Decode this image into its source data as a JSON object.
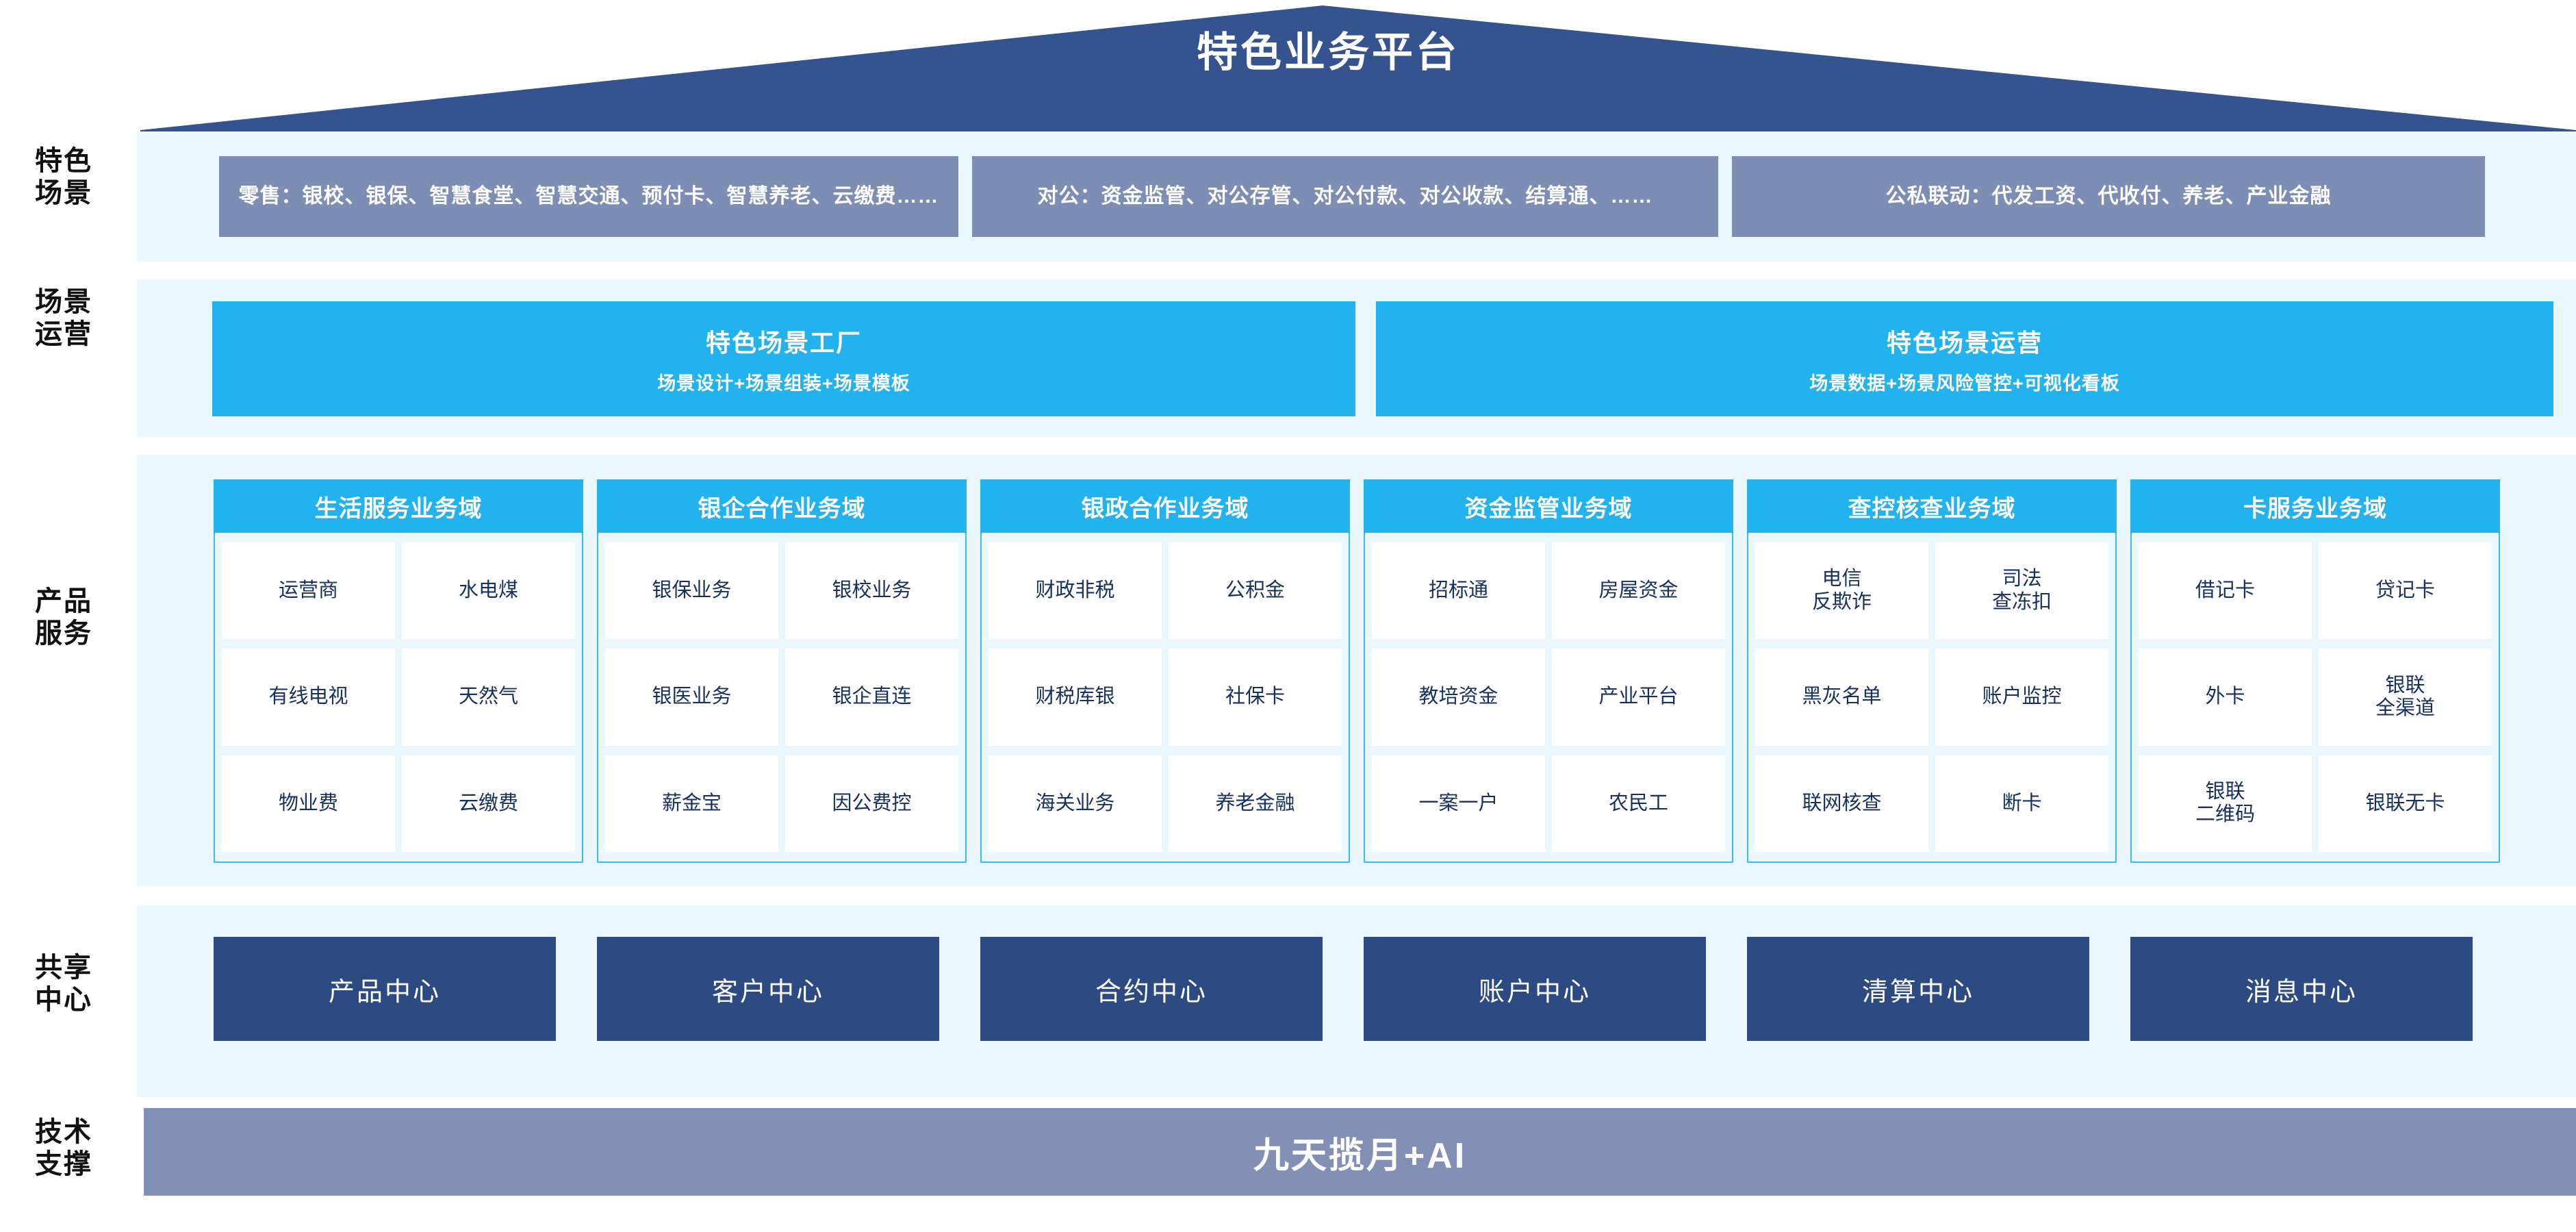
{
  "diagram": {
    "title": "特色业务平台",
    "accent_cyan": "#22b2ee",
    "accent_navy": "#2d4a82",
    "accent_slate": "#7e8db3",
    "panel_bg": "#e8f7fe"
  },
  "row_labels": {
    "scenario": "特色\n场景",
    "operation": "场景\n运营",
    "product": "产品\n服务",
    "shared": "共享\n中心",
    "tech": "技术\n支撑"
  },
  "scenarios": [
    {
      "text": "零售：银校、银保、智慧食堂、智慧交通、预付卡、智慧养老、云缴费……"
    },
    {
      "text": "对公：资金监管、对公存管、对公付款、对公收款、结算通、……"
    },
    {
      "text": "公私联动：代发工资、代收付、养老、产业金融"
    }
  ],
  "operations": [
    {
      "title": "特色场景工厂",
      "subtitle": "场景设计+场景组装+场景模板"
    },
    {
      "title": "特色场景运营",
      "subtitle": "场景数据+场景风险管控+可视化看板"
    }
  ],
  "domains": [
    {
      "title": "生活服务业务域",
      "items": [
        [
          "运营商",
          "水电煤"
        ],
        [
          "有线电视",
          "天然气"
        ],
        [
          "物业费",
          "云缴费"
        ]
      ]
    },
    {
      "title": "银企合作业务域",
      "items": [
        [
          "银保业务",
          "银校业务"
        ],
        [
          "银医业务",
          "银企直连"
        ],
        [
          "薪金宝",
          "因公费控"
        ]
      ]
    },
    {
      "title": "银政合作业务域",
      "items": [
        [
          "财政非税",
          "公积金"
        ],
        [
          "财税库银",
          "社保卡"
        ],
        [
          "海关业务",
          "养老金融"
        ]
      ]
    },
    {
      "title": "资金监管业务域",
      "items": [
        [
          "招标通",
          "房屋资金"
        ],
        [
          "教培资金",
          "产业平台"
        ],
        [
          "一案一户",
          "农民工"
        ]
      ]
    },
    {
      "title": "查控核查业务域",
      "items": [
        [
          "电信\n反欺诈",
          "司法\n查冻扣"
        ],
        [
          "黑灰名单",
          "账户监控"
        ],
        [
          "联网核查",
          "断卡"
        ]
      ]
    },
    {
      "title": "卡服务业务域",
      "items": [
        [
          "借记卡",
          "贷记卡"
        ],
        [
          "外卡",
          "银联\n全渠道"
        ],
        [
          "银联\n二维码",
          "银联无卡"
        ]
      ]
    }
  ],
  "shared_centers": [
    "产品中心",
    "客户中心",
    "合约中心",
    "账户中心",
    "清算中心",
    "消息中心"
  ],
  "tech_support": {
    "label": "九天揽月+AI"
  }
}
